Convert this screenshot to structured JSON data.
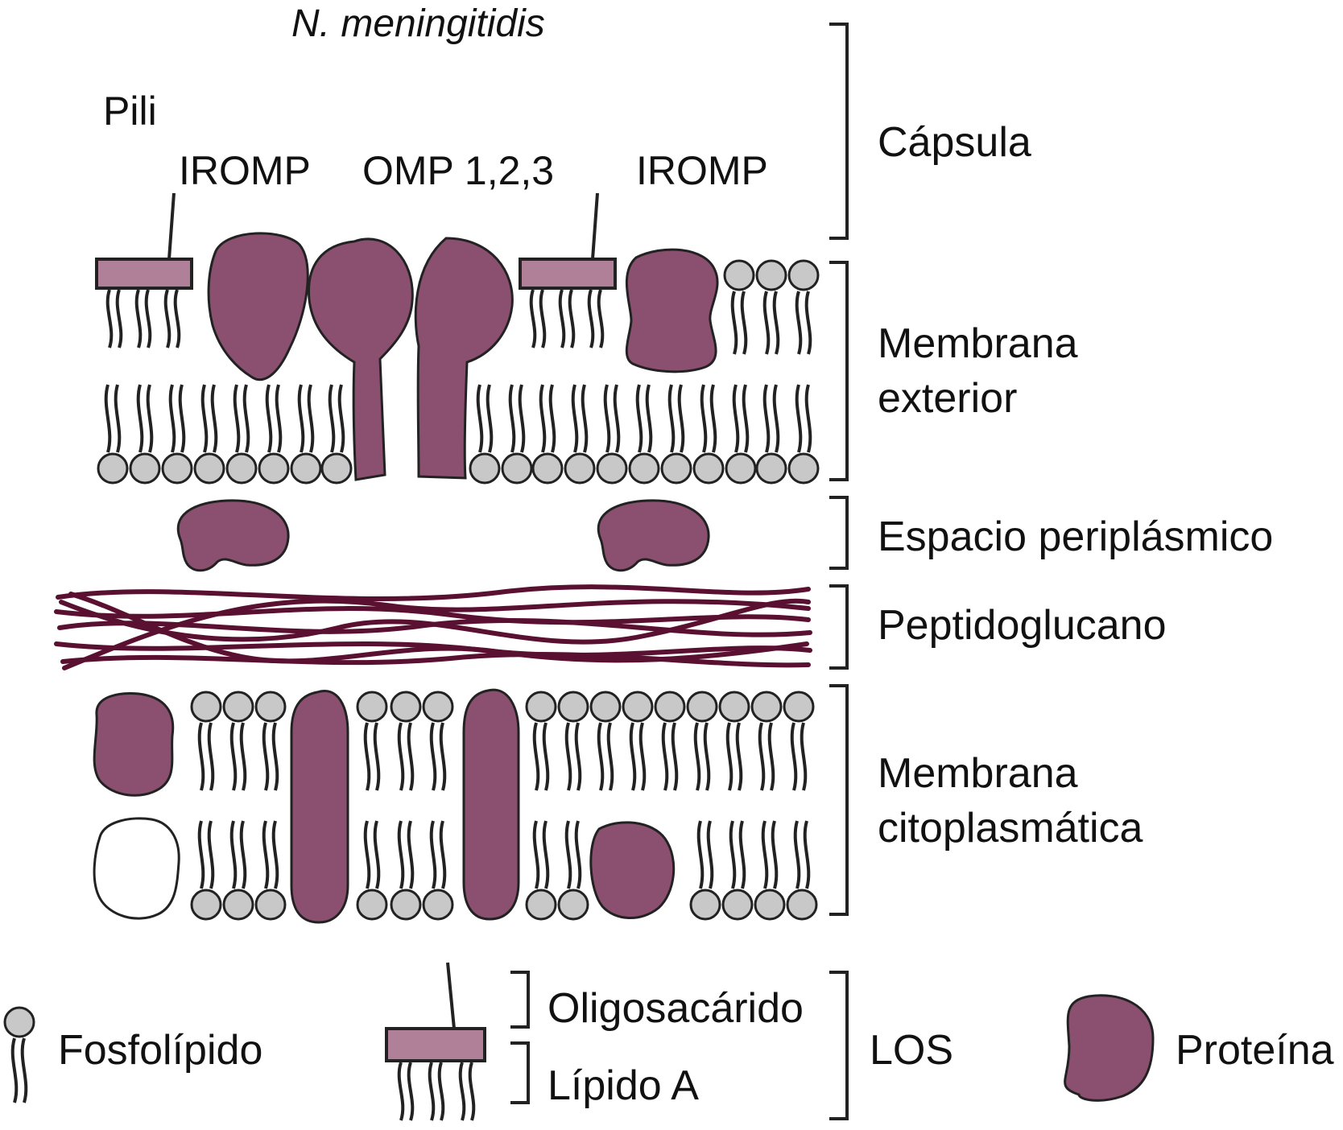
{
  "title": "N. meningitidis",
  "top_labels": {
    "pili": "Pili",
    "iromp_left": "IROMP",
    "omp": "OMP 1,2,3",
    "iromp_right": "IROMP"
  },
  "layers": {
    "capsule": "Cápsula",
    "outer_membrane_1": "Membrana",
    "outer_membrane_2": "exterior",
    "periplasm": "Espacio periplásmico",
    "peptidoglycan": "Peptidoglucano",
    "cyto_membrane_1": "Membrana",
    "cyto_membrane_2": "citoplasmática"
  },
  "legend": {
    "phospholipid": "Fosfolípido",
    "oligosaccharide": "Oligosacárido",
    "lipid_a": "Lípido A",
    "los": "LOS",
    "protein": "Proteína"
  },
  "colors": {
    "protein": "#8b5070",
    "lipid_a_block": "#b08098",
    "peptidoglycan": "#5a1030",
    "head": "#c8c8c8",
    "line": "#222222"
  }
}
